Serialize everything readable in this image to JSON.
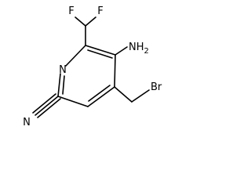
{
  "structure": {
    "atoms": {
      "fluorine_left": "F",
      "fluorine_right": "F",
      "amine": "NH",
      "amine_subscript": "2",
      "ring_nitrogen": "N",
      "nitrile_nitrogen": "N",
      "bromine": "Br"
    }
  }
}
